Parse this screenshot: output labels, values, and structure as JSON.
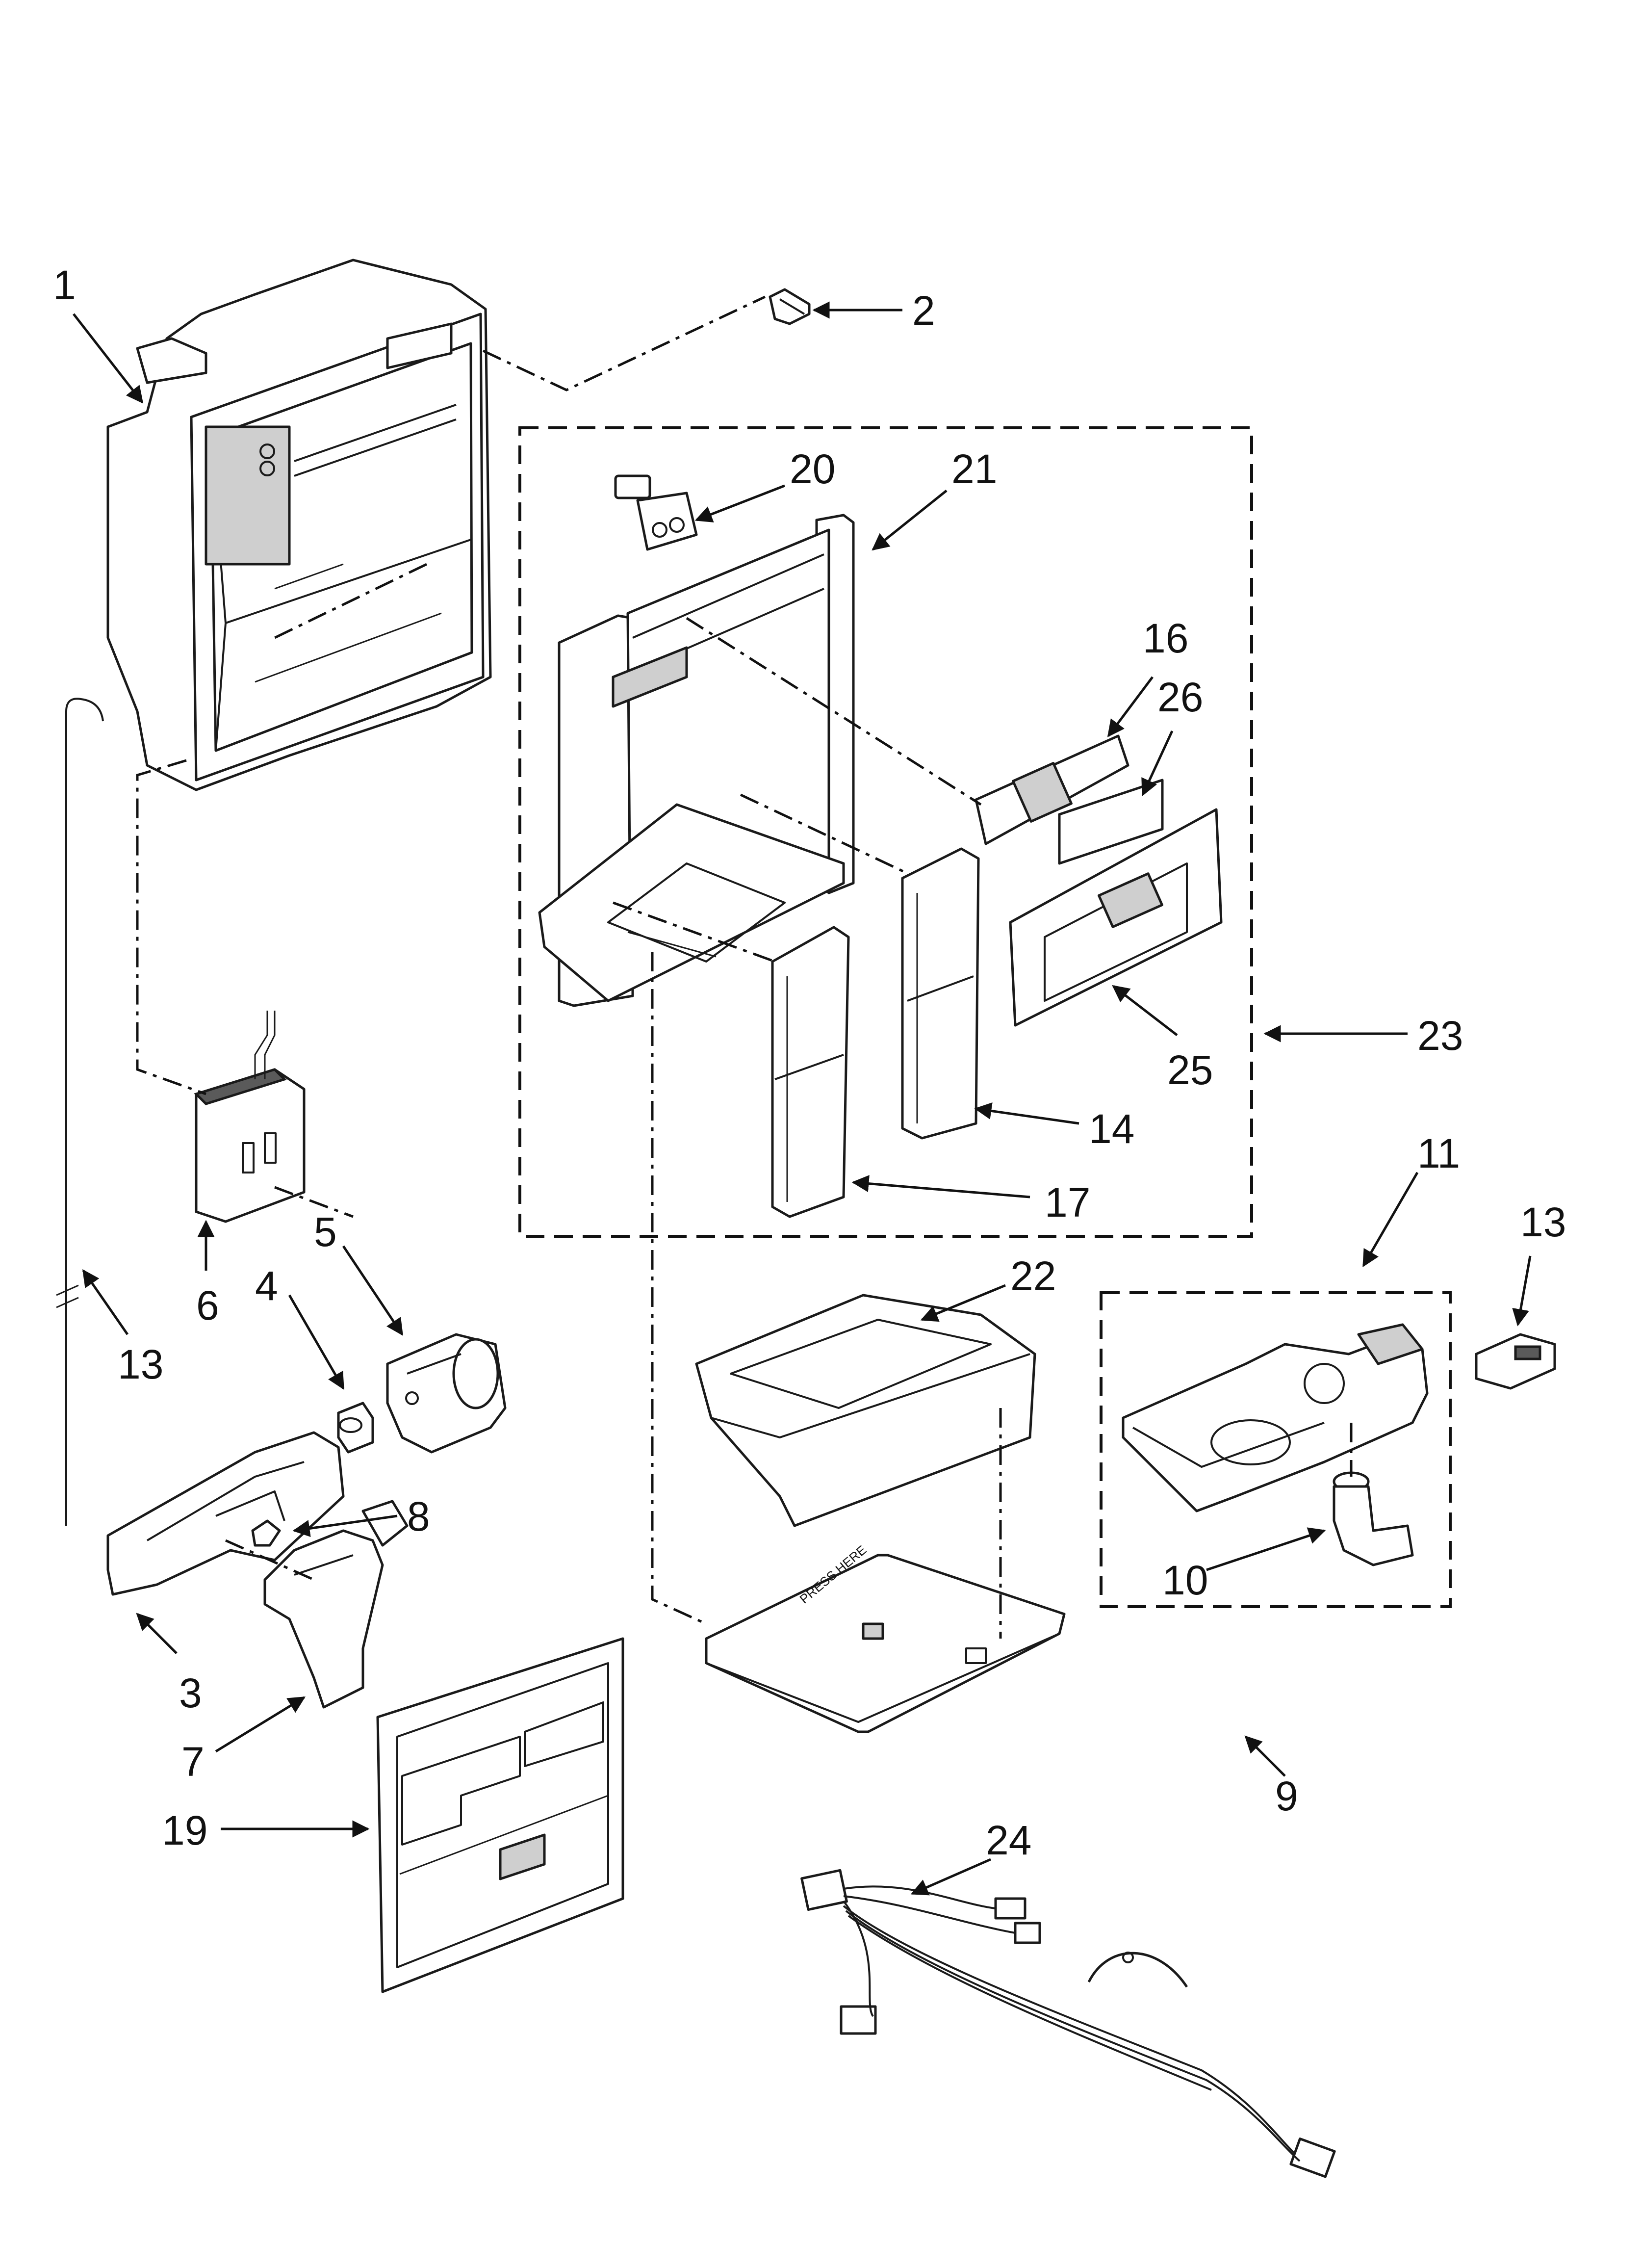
{
  "callouts": [
    {
      "id": "c1",
      "label": "1"
    },
    {
      "id": "c2",
      "label": "2"
    },
    {
      "id": "c3",
      "label": "3"
    },
    {
      "id": "c4",
      "label": "4"
    },
    {
      "id": "c5",
      "label": "5"
    },
    {
      "id": "c6",
      "label": "6"
    },
    {
      "id": "c7",
      "label": "7"
    },
    {
      "id": "c8",
      "label": "8"
    },
    {
      "id": "c9",
      "label": "9"
    },
    {
      "id": "c10",
      "label": "10"
    },
    {
      "id": "c11",
      "label": "11"
    },
    {
      "id": "c13a",
      "label": "13"
    },
    {
      "id": "c13b",
      "label": "13"
    },
    {
      "id": "c14",
      "label": "14"
    },
    {
      "id": "c16",
      "label": "16"
    },
    {
      "id": "c17",
      "label": "17"
    },
    {
      "id": "c19",
      "label": "19"
    },
    {
      "id": "c20",
      "label": "20"
    },
    {
      "id": "c21",
      "label": "21"
    },
    {
      "id": "c22",
      "label": "22"
    },
    {
      "id": "c23",
      "label": "23"
    },
    {
      "id": "c24",
      "label": "24"
    },
    {
      "id": "c25",
      "label": "25"
    },
    {
      "id": "c26",
      "label": "26"
    }
  ],
  "tray_stamp": "PRESS HERE",
  "colors": {
    "ink": "#1a1a1a",
    "background": "#ffffff",
    "shade": "#cfcfcf"
  }
}
